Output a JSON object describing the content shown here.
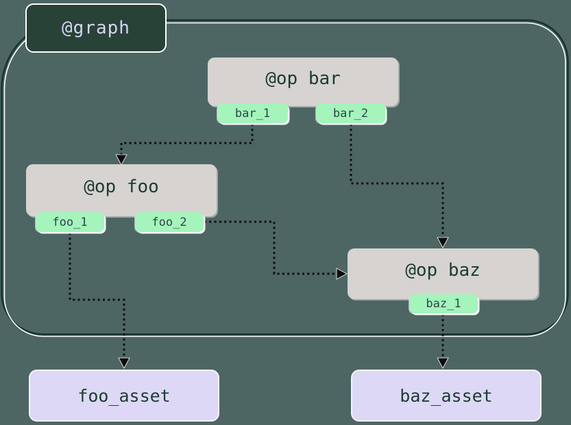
{
  "diagram": {
    "graph_label": "@graph",
    "ops": [
      {
        "id": "op-bar",
        "label": "@op bar",
        "outputs": [
          "bar_1",
          "bar_2"
        ]
      },
      {
        "id": "op-foo",
        "label": "@op foo",
        "outputs": [
          "foo_1",
          "foo_2"
        ]
      },
      {
        "id": "op-baz",
        "label": "@op baz",
        "outputs": [
          "baz_1"
        ]
      }
    ],
    "assets": [
      {
        "id": "foo-asset",
        "label": "foo_asset"
      },
      {
        "id": "baz-asset",
        "label": "baz_asset"
      }
    ],
    "edges": [
      {
        "from": "bar_1",
        "to": "op-foo",
        "style": "dotted-arrow"
      },
      {
        "from": "bar_2",
        "to": "op-baz",
        "style": "dotted-arrow"
      },
      {
        "from": "foo_2",
        "to": "op-baz",
        "style": "dotted-arrow"
      },
      {
        "from": "foo_1",
        "to": "foo_asset",
        "style": "dotted-arrow"
      },
      {
        "from": "baz_1",
        "to": "baz_asset",
        "style": "dotted-arrow"
      }
    ],
    "colors": {
      "background": "#4d6664",
      "graph_label_bg": "#294237",
      "graph_label_text": "#d8d3f2",
      "graph_boundary": "#153329",
      "graph_boundary_highlight": "#ffffff",
      "op_bg": "#d6d3d0",
      "op_text": "#1c3b33",
      "output_tag_bg": "#a4f4bc",
      "output_tag_text": "#32424a",
      "asset_bg": "#ddd8f6",
      "asset_text": "#1c3b33",
      "edge": "#0d0d0d"
    }
  }
}
